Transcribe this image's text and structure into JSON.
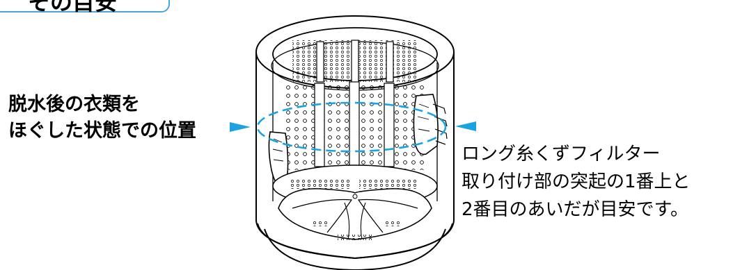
{
  "header": {
    "title_partial": "その目安"
  },
  "left_label": {
    "line1": "脱水後の衣類を",
    "line2": "ほぐした状態での位置"
  },
  "right_label": {
    "line1": "ロング糸くずフィルター",
    "line2": "取り付け部の突起の1番上と",
    "line3": "2番目のあいだが目安です。"
  },
  "colors": {
    "accent": "#1aa3e0",
    "frame": "#4aa3d8",
    "line": "#000000"
  },
  "icons": {
    "left_marker": "triangle-right-icon",
    "right_marker": "triangle-left-icon"
  }
}
